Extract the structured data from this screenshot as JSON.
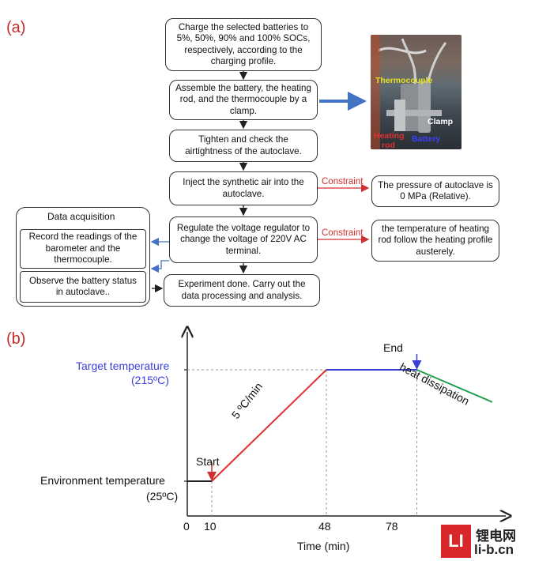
{
  "panel_a": {
    "label": "(a)",
    "flow": [
      "Charge the selected batteries to 5%, 50%, 90% and 100% SOCs, respectively, according to the charging profile.",
      "Assemble the battery, the heating rod, and the thermocouple by a clamp.",
      "Tighten and check the airtightness of the autoclave.",
      "Inject the synthetic air into the autoclave.",
      "Regulate the voltage regulator to change the voltage of 220V AC terminal.",
      "Experiment done. Carry out the data processing and analysis."
    ],
    "constraint_label_1": "Constraint",
    "constraint_label_2": "Constraint",
    "constraint_text_1": "The pressure of autoclave is 0 MPa (Relative).",
    "constraint_text_2": "the temperature of heating rod follow the heating profile austerely.",
    "acquisition": {
      "title": "Data acquisition",
      "item_1": "Record the readings of the barometer and the thermocouple.",
      "item_2": "Observe the battery status in autoclave.."
    },
    "photo_labels": {
      "thermocouple": "Thermocouple",
      "clamp": "Clamp",
      "heating_rod_1": "Heating",
      "heating_rod_2": "rod",
      "battery": "Battery"
    },
    "colors": {
      "arrow_blue": "#4472c4",
      "constraint_red": "#d03030"
    }
  },
  "panel_b": {
    "label": "(b)",
    "chart_data": {
      "type": "line",
      "xlabel": "Time (min)",
      "x_ticks": [
        "0",
        "10",
        "48",
        "78"
      ],
      "y_levels": [
        {
          "name": "Environment temperature",
          "value_label": "(25ºC)",
          "value": 25
        },
        {
          "name": "Target temperature",
          "value_label": "(215ºC)",
          "value": 215
        }
      ],
      "series": [
        {
          "x": [
            0,
            10
          ],
          "y": [
            25,
            25
          ],
          "color": "#222222"
        },
        {
          "x": [
            10,
            48
          ],
          "y": [
            25,
            215
          ],
          "color": "#e03030"
        },
        {
          "x": [
            48,
            78
          ],
          "y": [
            215,
            215
          ],
          "color": "#3a3fd8"
        },
        {
          "x": [
            78,
            103
          ],
          "y": [
            215,
            160
          ],
          "color": "#20a050"
        }
      ],
      "annotations": {
        "start": "Start",
        "end": "End",
        "rate": "5 ºC/min",
        "dissipation": "heat dissipation"
      },
      "colors": {
        "target_label": "#3a3fd8",
        "start_arrow": "#d03030",
        "end_arrow": "#3a3fd8"
      }
    }
  },
  "watermark": {
    "brand": "锂电网",
    "domain": "li-b.cn",
    "logo_text": "LI"
  }
}
